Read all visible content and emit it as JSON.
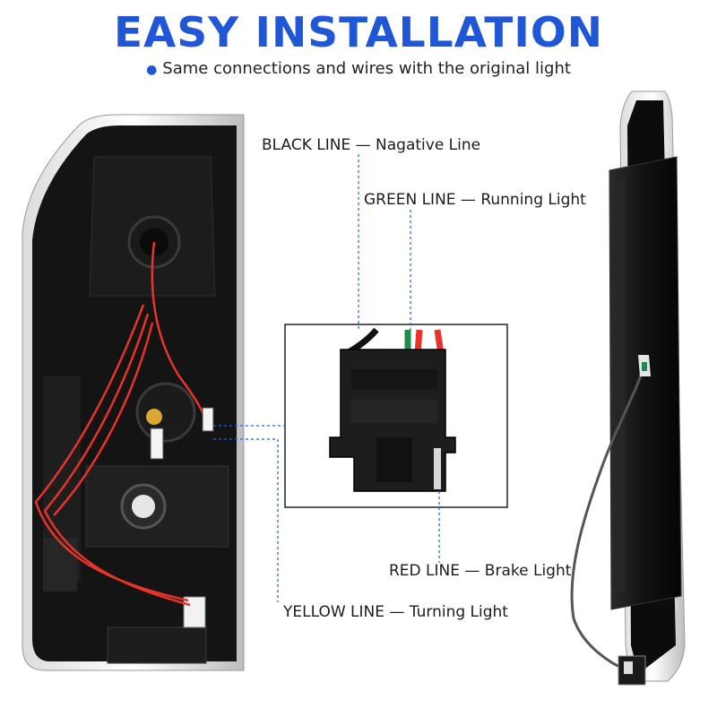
{
  "header": {
    "title": "EASY INSTALLATION",
    "subtitle": "Same connections and wires with the original light"
  },
  "labels": {
    "black": "BLACK LINE — Nagative Line",
    "green": "GREEN LINE — Running Light",
    "red": "RED LINE — Brake Light",
    "yellow": "YELLOW LINE — Turning Light"
  },
  "colors": {
    "title": "#1f57d6",
    "leader_line": "#2a5bd8",
    "wire_red": "#e8332a",
    "wire_green": "#1f8a4c",
    "wire_black": "#111111",
    "wire_yellow": "#e8b020",
    "housing": "#0f0f0f"
  }
}
